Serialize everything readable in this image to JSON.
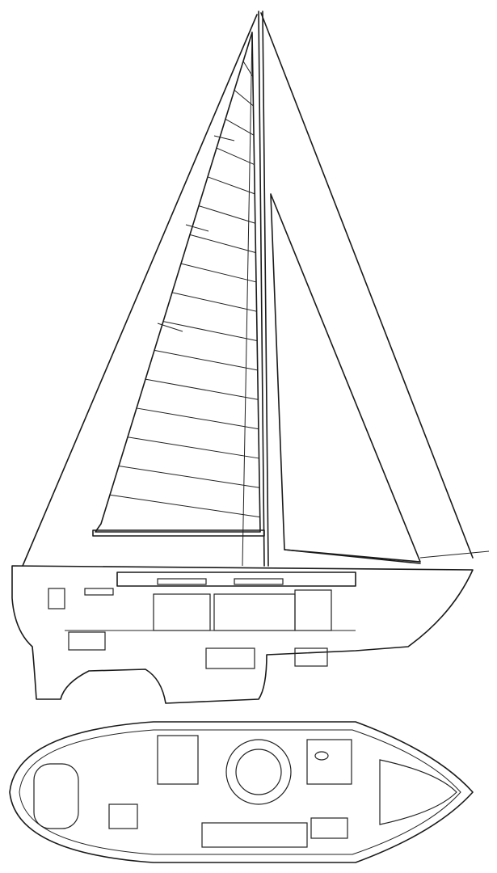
{
  "drawing": {
    "subject": "sailboat",
    "views": [
      "sail-plan-profile",
      "interior-accommodation-plan"
    ],
    "colors": {
      "ink": "#1a1a1a",
      "paper": "#ffffff"
    },
    "mainsail_battens": 16
  }
}
